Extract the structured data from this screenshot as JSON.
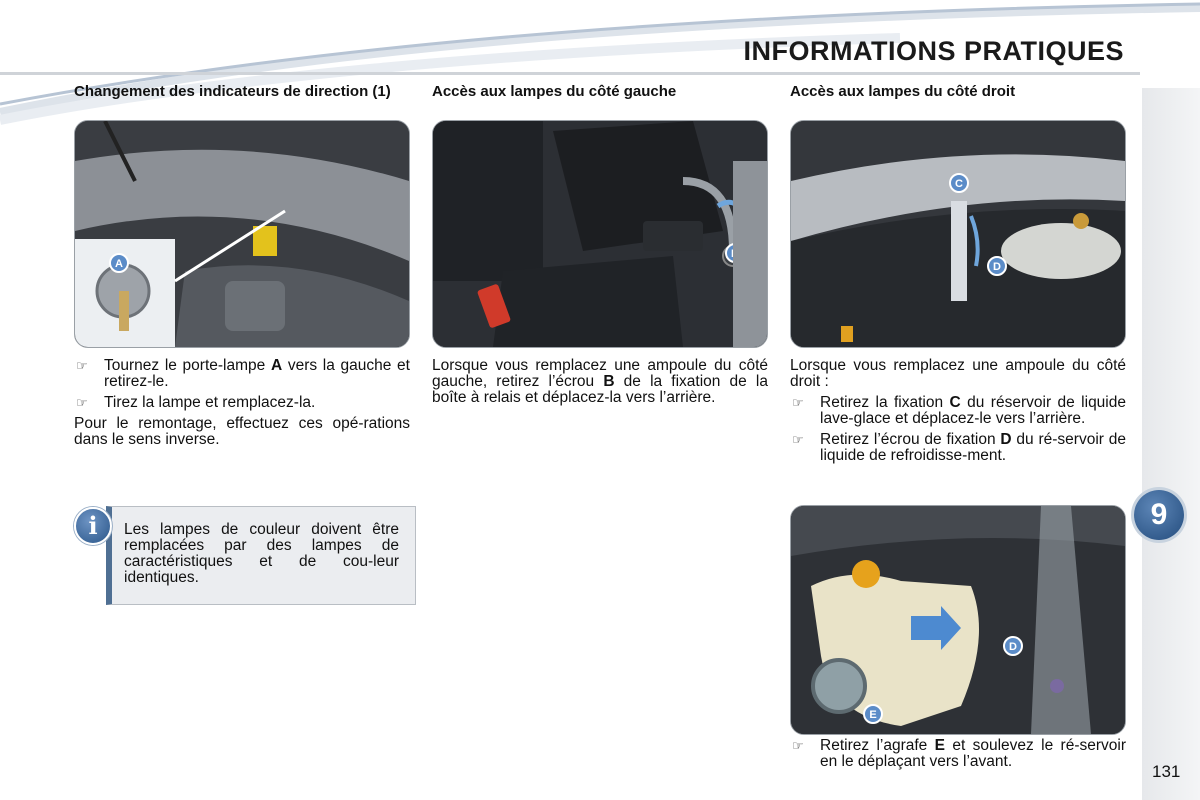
{
  "header": {
    "title": "INFORMATIONS PRATIQUES"
  },
  "chapter": {
    "number": "9"
  },
  "page": {
    "number": "131"
  },
  "columns": [
    {
      "heading": "Changement des indicateurs de direction (1)",
      "photo_label": "A",
      "bullets": [
        {
          "pre": "Tournez le porte-lampe ",
          "bold": "A",
          "post": " vers la gauche et retirez-le."
        },
        {
          "pre": "Tirez la lampe et remplacez-la.",
          "bold": "",
          "post": ""
        }
      ],
      "paragraph": "Pour le remontage, effectuez ces opé-rations dans le sens inverse."
    },
    {
      "heading": "Accès aux lampes du côté gauche",
      "photo_label": "B",
      "paragraph_pre": "Lorsque vous remplacez une ampoule du côté gauche, retirez l’écrou ",
      "paragraph_bold": "B",
      "paragraph_post": " de la fixation de la boîte à relais et déplacez-la vers l’arrière."
    },
    {
      "heading": "Accès aux lampes du côté droit",
      "photo_labels": [
        "C",
        "D"
      ],
      "intro": "Lorsque vous remplacez une ampoule du côté droit :",
      "bullets": [
        {
          "pre": "Retirez la fixation ",
          "bold": "C",
          "post": " du réservoir de liquide lave-glace et déplacez-le vers l’arrière."
        },
        {
          "pre": "Retirez l’écrou de fixation ",
          "bold": "D",
          "post": " du ré-servoir de liquide de refroidisse-ment."
        }
      ],
      "photo2_labels": [
        "D",
        "E"
      ],
      "final_bullet": {
        "pre": "Retirez l’agrafe ",
        "bold": "E",
        "post": " et soulevez le ré-servoir en le déplaçant vers l’avant."
      }
    }
  ],
  "info": {
    "icon": "info-icon",
    "text": "Les lampes de couleur doivent être remplacées par des lampes de caractéristiques et de cou-leur identiques."
  },
  "icons": {
    "bullet": "pointing-hand-icon"
  },
  "colors": {
    "accent": "#2a5689",
    "label_circle": "#5b8cc8"
  }
}
